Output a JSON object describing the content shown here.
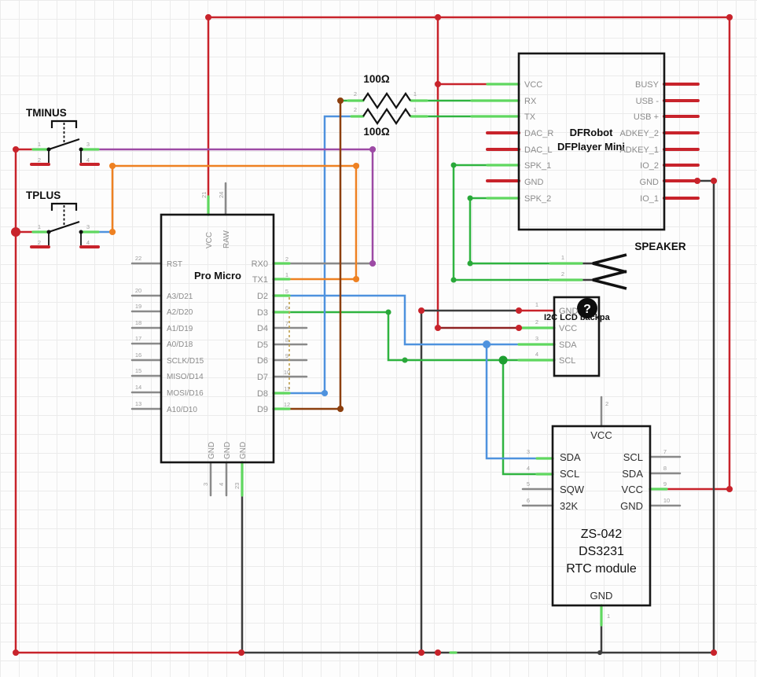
{
  "palette": {
    "wire_red": "#c8232b",
    "wire_dark_red": "#8f2222",
    "wire_green": "#2fb440",
    "pin_green": "#5fd75f",
    "wire_blue": "#4e92de",
    "wire_purple": "#9d4aa5",
    "wire_orange": "#ee8122",
    "wire_brown": "#8c3f0e",
    "wire_gnd": "#3d3d3d",
    "stub_gray": "#8a8a8a",
    "ratsnest": "#bfa04e"
  },
  "pro_micro": {
    "title": "Pro Micro",
    "top_pins": [
      {
        "num": "21",
        "label": "VCC"
      },
      {
        "num": "24",
        "label": "RAW"
      }
    ],
    "left_pins": [
      {
        "num": "22",
        "label": "RST"
      },
      {
        "num": "20",
        "label": "A3/D21"
      },
      {
        "num": "19",
        "label": "A2/D20"
      },
      {
        "num": "18",
        "label": "A1/D19"
      },
      {
        "num": "17",
        "label": "A0/D18"
      },
      {
        "num": "16",
        "label": "SCLK/D15"
      },
      {
        "num": "15",
        "label": "MISO/D14"
      },
      {
        "num": "14",
        "label": "MOSI/D16"
      },
      {
        "num": "13",
        "label": "A10/D10"
      }
    ],
    "right_pins": [
      {
        "num": "2",
        "label": "RX0"
      },
      {
        "num": "1",
        "label": "TX1"
      },
      {
        "num": "5",
        "label": "D2"
      },
      {
        "num": "6",
        "label": "D3"
      },
      {
        "num": "7",
        "label": "D4"
      },
      {
        "num": "8",
        "label": "D5"
      },
      {
        "num": "9",
        "label": "D6"
      },
      {
        "num": "10",
        "label": "D7"
      },
      {
        "num": "11",
        "label": "D8"
      },
      {
        "num": "12",
        "label": "D9"
      }
    ],
    "bottom_pins": [
      {
        "num": "3",
        "label": "GND"
      },
      {
        "num": "4",
        "label": "GND"
      },
      {
        "num": "23",
        "label": "GND"
      }
    ]
  },
  "dfplayer": {
    "title_line1": "DFRobot",
    "title_line2": "DFPlayer Mini",
    "left_pins": [
      "VCC",
      "RX",
      "TX",
      "DAC_R",
      "DAC_L",
      "SPK_1",
      "GND",
      "SPK_2"
    ],
    "right_pins": [
      "BUSY",
      "USB -",
      "USB +",
      "ADKEY_2",
      "ADKEY_1",
      "IO_2",
      "GND",
      "IO_1"
    ]
  },
  "lcd": {
    "name": "I2C LCD backpa",
    "badge": "?",
    "pins": [
      {
        "num": "1",
        "label": "GND"
      },
      {
        "num": "2",
        "label": "VCC"
      },
      {
        "num": "3",
        "label": "SDA"
      },
      {
        "num": "4",
        "label": "SCL"
      }
    ]
  },
  "rtc": {
    "title_line1": "ZS-042",
    "title_line2": "DS3231",
    "title_line3": "RTC module",
    "top_pin": {
      "num": "2",
      "label": "VCC"
    },
    "bottom_pin": {
      "num": "1",
      "label": "GND"
    },
    "left_pins": [
      {
        "num": "3",
        "label": "SDA"
      },
      {
        "num": "4",
        "label": "SCL"
      },
      {
        "num": "5",
        "label": "SQW"
      },
      {
        "num": "6",
        "label": "32K"
      }
    ],
    "right_pins": [
      {
        "num": "7",
        "label": "SCL"
      },
      {
        "num": "8",
        "label": "SDA"
      },
      {
        "num": "9",
        "label": "VCC"
      },
      {
        "num": "10",
        "label": "GND"
      }
    ]
  },
  "tminus": {
    "label": "TMINUS",
    "pin_nums": [
      "1",
      "2",
      "3",
      "4"
    ]
  },
  "tplus": {
    "label": "TPLUS",
    "pin_nums": [
      "1",
      "2",
      "3",
      "4"
    ]
  },
  "resistor_rx": {
    "value": "100Ω",
    "pin2": "2",
    "pin1": "1"
  },
  "resistor_tx": {
    "value": "100Ω",
    "pin2": "2",
    "pin1": "1"
  },
  "speaker": {
    "label": "SPEAKER",
    "pin_nums": [
      "1",
      "2"
    ]
  }
}
